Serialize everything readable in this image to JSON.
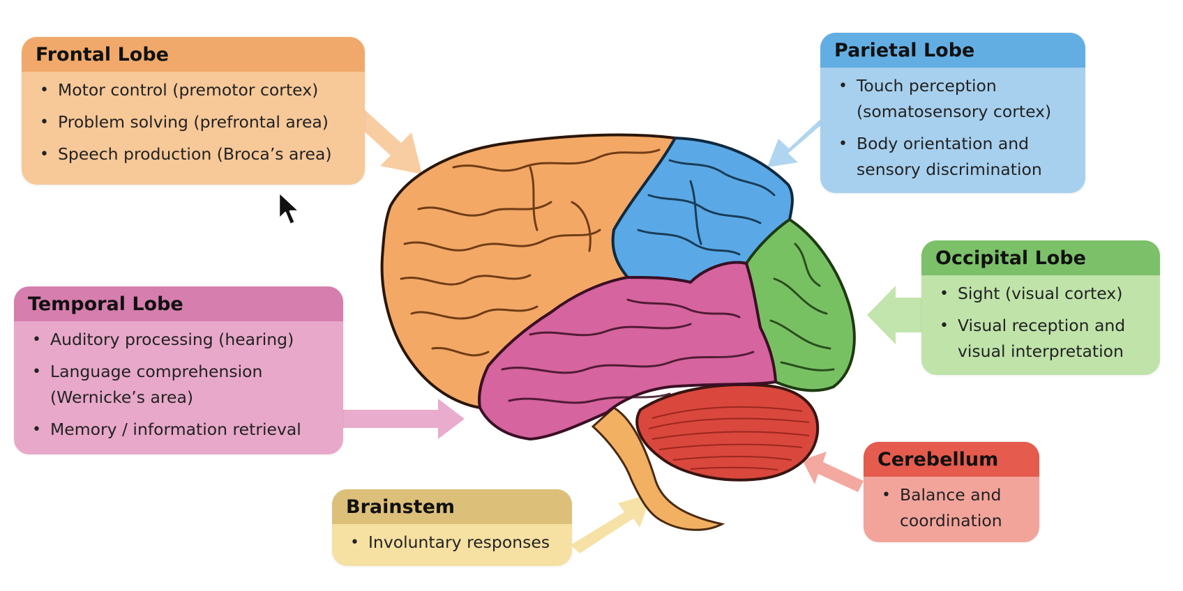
{
  "colors": {
    "frontal": "#f3a866",
    "parietal": "#5aa9e6",
    "occipital": "#78c163",
    "temporal": "#d6649e",
    "cerebellum": "#d9473d",
    "brainstem": "#f2b063"
  },
  "cards": {
    "frontal": {
      "title": "Frontal Lobe",
      "items": [
        "Motor control (premotor cortex)",
        "Problem solving (prefrontal area)",
        "Speech production (Broca’s area)"
      ]
    },
    "parietal": {
      "title": "Parietal Lobe",
      "items": [
        "Touch perception (somatosensory cortex)",
        "Body orientation and sensory discrimination"
      ]
    },
    "occipital": {
      "title": "Occipital Lobe",
      "items": [
        "Sight (visual cortex)",
        "Visual reception and visual interpretation"
      ]
    },
    "temporal": {
      "title": "Temporal Lobe",
      "items": [
        "Auditory processing (hearing)",
        "Language comprehension (Wernicke’s area)",
        "Memory / information retrieval"
      ]
    },
    "brainstem": {
      "title": "Brainstem",
      "items": [
        "Involuntary responses"
      ]
    },
    "cerebellum": {
      "title": "Cerebellum",
      "items": [
        "Balance and coordination"
      ]
    }
  },
  "icons": {
    "cursor": "mouse-pointer-icon"
  }
}
